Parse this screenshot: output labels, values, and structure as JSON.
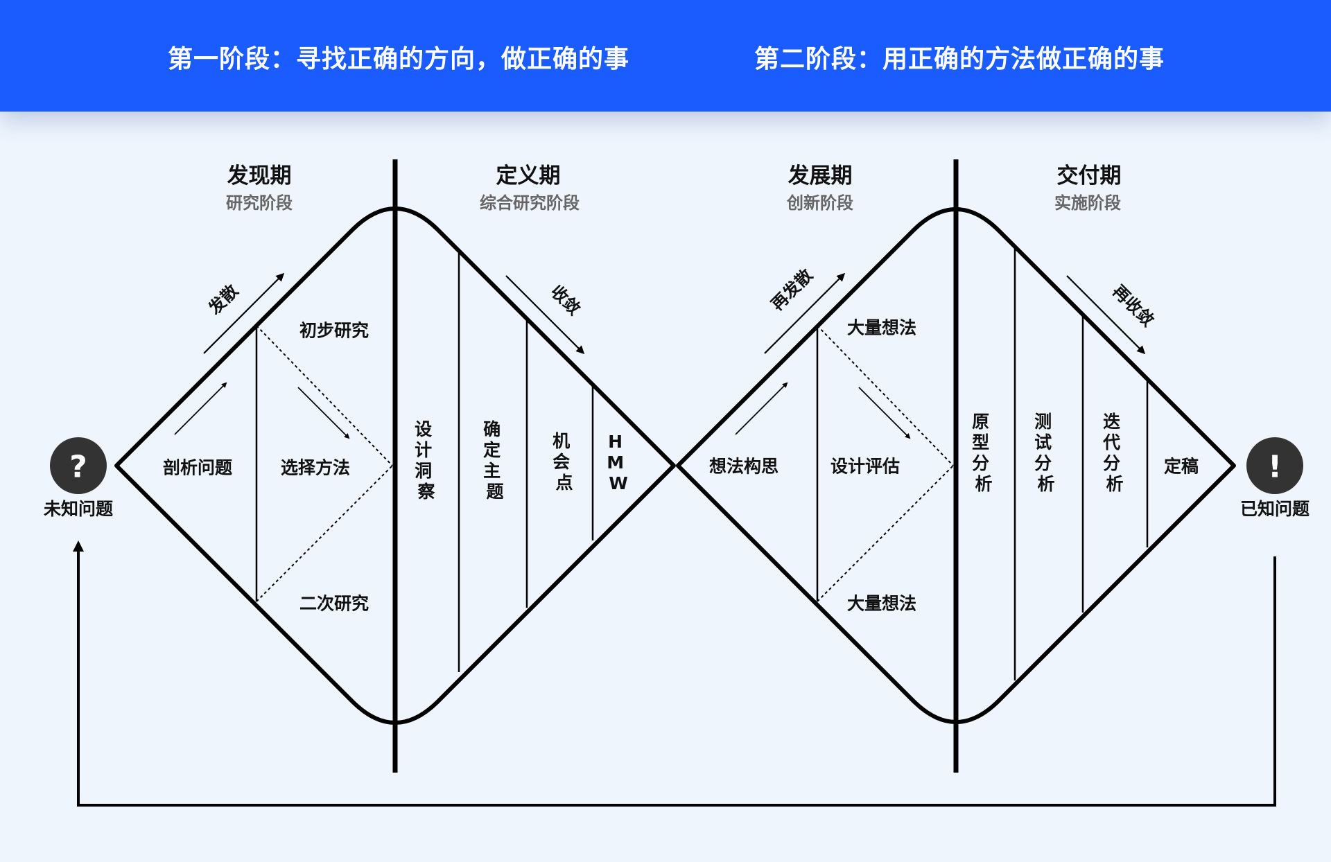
{
  "banner": {
    "phase1": "第一阶段：寻找正确的方向，做正确的事",
    "phase2": "第二阶段：用正确的方法做正确的事"
  },
  "columns": [
    {
      "title": "发现期",
      "subtitle": "研究阶段"
    },
    {
      "title": "定义期",
      "subtitle": "综合研究阶段"
    },
    {
      "title": "发展期",
      "subtitle": "创新阶段"
    },
    {
      "title": "交付期",
      "subtitle": "实施阶段"
    }
  ],
  "arrows": {
    "diverge": "发散",
    "converge": "收敛",
    "rediverge": "再发散",
    "reconverge": "再收敛"
  },
  "diamond1": {
    "steps": [
      "剖析问题",
      "选择方法",
      "初步研究",
      "二次研究"
    ],
    "columns": [
      "设计洞察",
      "确定主题",
      "机会点",
      "HMW"
    ]
  },
  "diamond2": {
    "steps": [
      "想法构思",
      "设计评估",
      "大量想法",
      "大量想法"
    ],
    "columns": [
      "原型分析",
      "测试分析",
      "迭代分析",
      "定稿"
    ]
  },
  "start": {
    "label": "未知问题",
    "glyph": "?"
  },
  "end": {
    "label": "已知问题",
    "glyph": "!"
  },
  "colors": {
    "banner": "#1a5cff",
    "background": "#eef5fd",
    "circle": "#333333",
    "line": "#000000"
  }
}
